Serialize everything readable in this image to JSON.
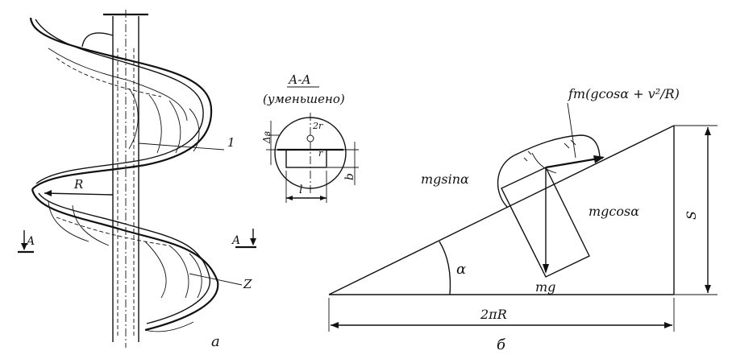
{
  "colors": {
    "ink": "#111111",
    "paper": "#ffffff"
  },
  "left_figure": {
    "label_1": "1",
    "label_2": "Z",
    "label_R": "R",
    "label_A_left": "A",
    "label_A_right": "A",
    "caption": "а"
  },
  "section": {
    "title": "А-А",
    "subtitle": "(уменьшено)",
    "dim_delta": "Δз",
    "dim_2r": "2r",
    "dim_r": "r",
    "dim_l": "l",
    "dim_b": "b"
  },
  "incline": {
    "friction_expr": "fm(gcosα + v²/R)",
    "mg_sin": "mgsinα",
    "mg_cos": "mgcosα",
    "mg": "mg",
    "alpha": "α",
    "base": "2πR",
    "height": "S",
    "caption": "б"
  }
}
